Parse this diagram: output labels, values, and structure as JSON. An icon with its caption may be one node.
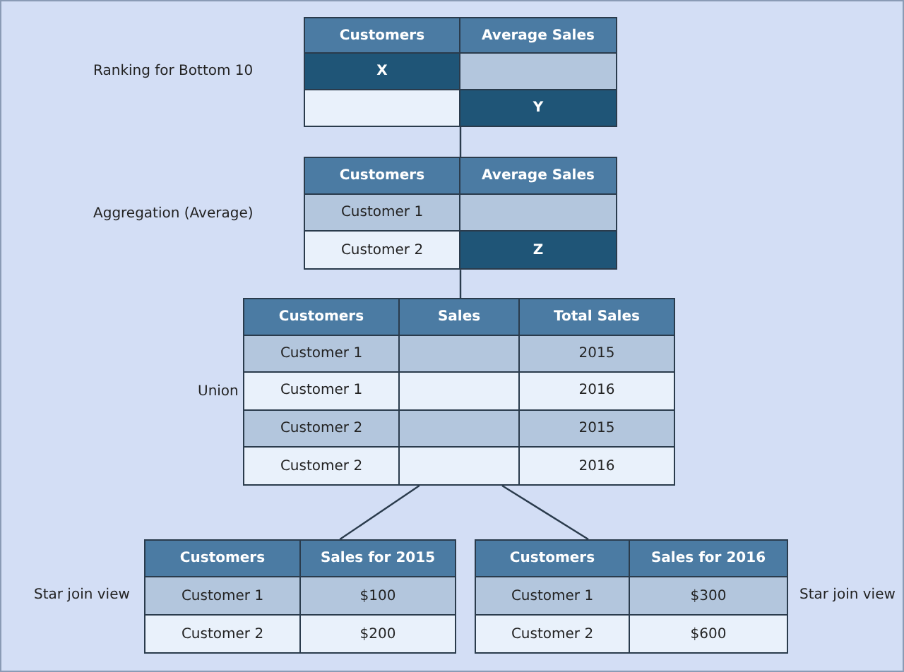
{
  "diagram": {
    "nodes": [
      {
        "text": [
          "Customers",
          "Average Sales",
          "X",
          "Y"
        ],
        "beside": [
          "Ranking for Bottom 10"
        ]
      },
      {
        "text": [
          "Customers",
          "Average Sales",
          "Customer 1",
          "Customer 2",
          "Z"
        ],
        "beside": [
          "Aggregation (Average)"
        ]
      },
      {
        "text": [
          "Customers",
          "Sales",
          "Total Sales",
          "Customer 1",
          "2015",
          "Customer 1",
          "2016",
          "Customer 2",
          "2015",
          "Customer 2",
          "2016"
        ],
        "beside": [
          "Union"
        ]
      },
      {
        "text": [
          "Customers",
          "Sales for 2015",
          "Customer 1",
          "$100",
          "Customer 2",
          "$200"
        ],
        "beside": [
          "Star join view"
        ]
      },
      {
        "text": [
          "Customers",
          "Sales for 2016",
          "Customer 1",
          "$300",
          "Customer 2",
          "$600"
        ],
        "beside": [
          "Star join view"
        ]
      }
    ],
    "edges": [
      {
        "from": 0,
        "to": 1,
        "arrow": "none"
      },
      {
        "from": 1,
        "to": 2,
        "arrow": "none"
      },
      {
        "from": 2,
        "to": 3,
        "arrow": "none"
      },
      {
        "from": 2,
        "to": 4,
        "arrow": "none"
      }
    ]
  }
}
